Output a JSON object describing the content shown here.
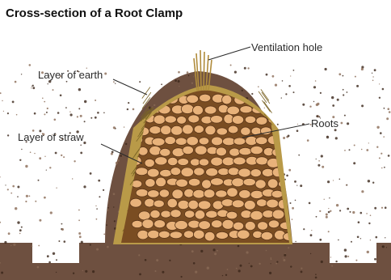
{
  "title": "Cross-section of a Root Clamp",
  "labels": {
    "ventilation_hole": "Ventilation hole",
    "layer_of_earth": "Layer of earth",
    "roots": "Roots",
    "layer_of_straw": "Layer of straw"
  },
  "colors": {
    "earth": "#6e5040",
    "earth_speckle": "#3a2619",
    "straw": "#b99a48",
    "root_fill": "#e8b27a",
    "root_outline": "#5a3518",
    "leader_line": "#2a2a2a"
  }
}
